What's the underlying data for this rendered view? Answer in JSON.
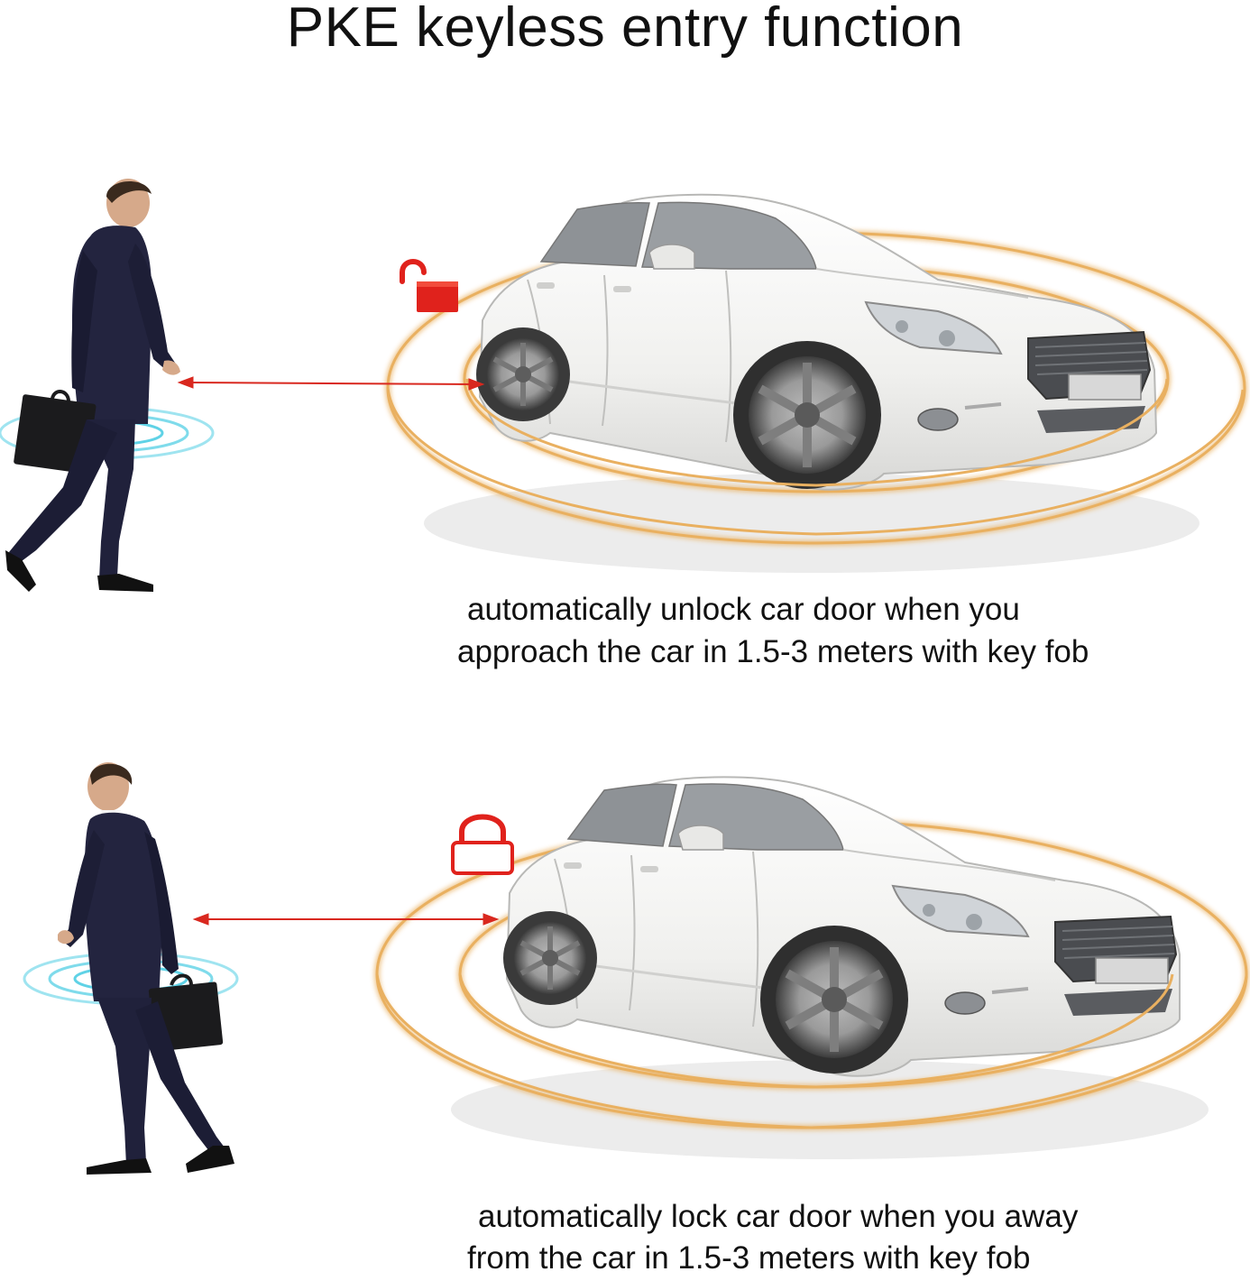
{
  "title": "PKE keyless entry function",
  "colors": {
    "signal_ring": "#e9b060",
    "fob_ring": "#5fd2e6",
    "lock_icon": "#e0221c",
    "arrow": "#d9281f",
    "suit": "#23243f",
    "car_body": "#f1f1ef"
  },
  "panels": [
    {
      "id": "unlock",
      "lock_icon": "unlocked-padlock-icon",
      "caption_line1": "automatically unlock car door when you",
      "caption_line2": "approach the car in 1.5-3 meters with key fob"
    },
    {
      "id": "lock",
      "lock_icon": "locked-padlock-icon",
      "caption_line1": "automatically lock car door when you away",
      "caption_line2": "from the car in 1.5-3 meters with key fob"
    }
  ]
}
